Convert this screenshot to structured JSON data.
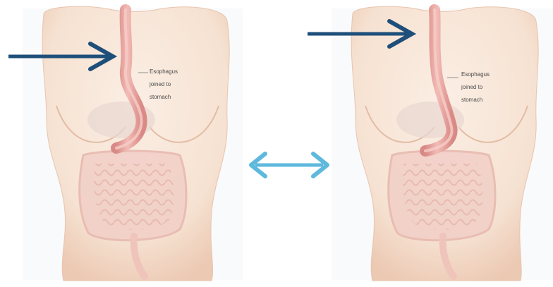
{
  "panels": {
    "left": {
      "label_lines": [
        "Esophagus",
        "joined to",
        "stomach"
      ]
    },
    "right": {
      "label_lines": [
        "Esophagus",
        "joined to",
        "stomach"
      ]
    }
  },
  "colors": {
    "skin": "#f6e2d2",
    "skin_shadow": "#e9c8b2",
    "esophagus": "#e9a7a2",
    "esophagus_dark": "#d98a86",
    "intestine": "#f1cfc7",
    "stomach": "#e8d7d0",
    "pointer_arrow": "#1e4f7a",
    "compare_arrow": "#5fb9dd",
    "background": "#ffffff"
  },
  "icons": {
    "left_pointer": "arrow-right-icon",
    "right_pointer": "arrow-right-icon",
    "compare": "double-arrow-icon"
  }
}
